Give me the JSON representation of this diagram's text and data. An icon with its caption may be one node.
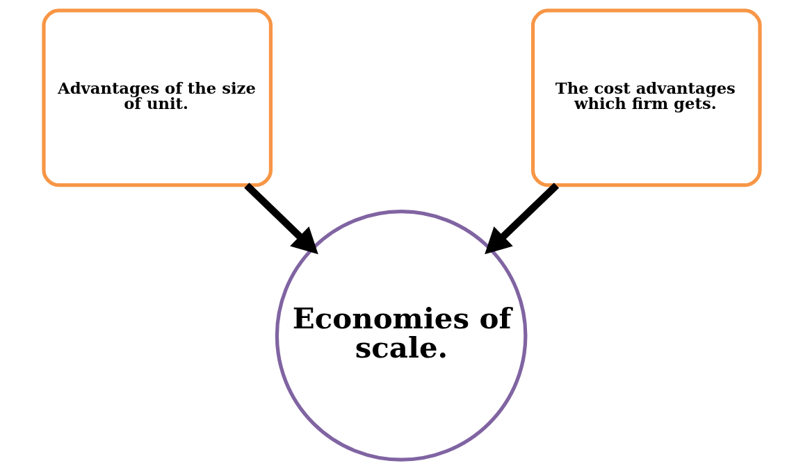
{
  "diagram": {
    "nodes": [
      {
        "text": [
          "Advantages of the size of unit."
        ]
      },
      {
        "text": [
          "The cost advantages which firm gets."
        ]
      },
      {
        "text": [
          "Economies of scale."
        ]
      }
    ],
    "edges": [
      {
        "from": 0,
        "to": 2,
        "arrow": "to"
      },
      {
        "from": 1,
        "to": 2,
        "arrow": "to"
      }
    ]
  }
}
